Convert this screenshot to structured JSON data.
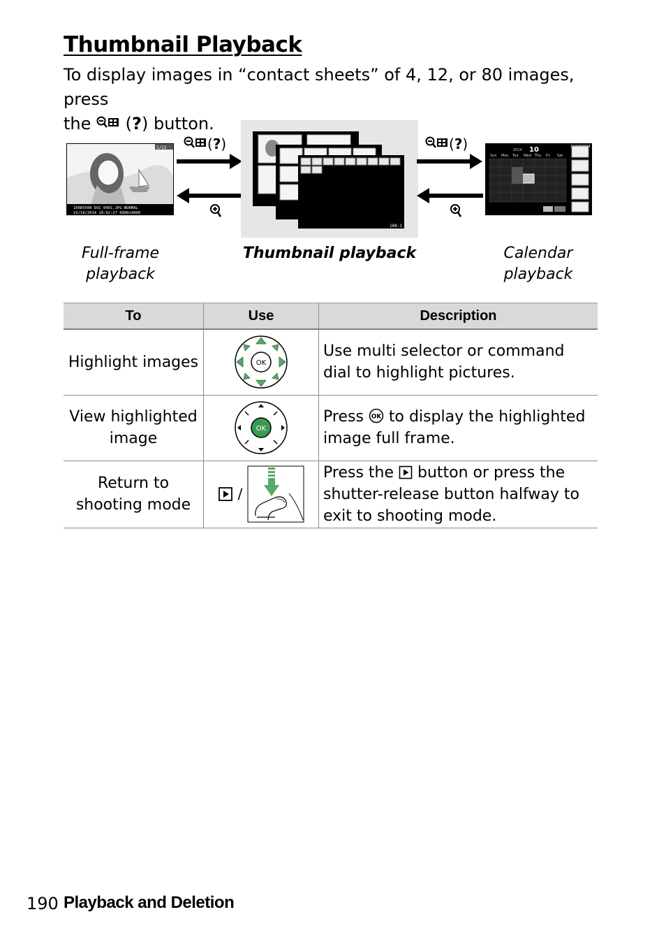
{
  "page": {
    "title": "Thumbnail Playback",
    "intro_line1": "To display images in “contact sheets” of 4, 12, or 80 images, press",
    "intro_line2_pre": "the",
    "intro_line2_key": "?",
    "intro_line2_post": "button."
  },
  "diagram": {
    "arrow_key_label": "?",
    "full_frame_caption_1": "Full-frame",
    "full_frame_caption_2": "playback",
    "thumbnail_caption": "Thumbnail playback",
    "calendar_caption_1": "Calendar",
    "calendar_caption_2": "playback",
    "full_frame_info_1": "100D5500  DSC_0001.JPG       NORMAL",
    "full_frame_info_2": "15/10/2014 10:02:27       6000x4000",
    "full_frame_counter": "1/12",
    "thumb_folder": "100-1",
    "calendar_year": "2014",
    "calendar_month": "10",
    "calendar_date": "15/10/2014",
    "calendar_days": [
      "Sun",
      "Mon",
      "Tue",
      "Wed",
      "Thu",
      "Fri",
      "Sat"
    ]
  },
  "table": {
    "headers": [
      "To",
      "Use",
      "Description"
    ],
    "rows": [
      {
        "to": "Highlight images",
        "desc": "Use multi selector or command dial to highlight pictures."
      },
      {
        "to": "View highlighted image",
        "desc_pre": "Press",
        "desc_post": "to display the highlighted image full frame."
      },
      {
        "to": "Return to shooting mode",
        "desc_pre": "Press the",
        "desc_post": "button or press the shutter-release button halfway to exit to shooting mode.",
        "slash": "/"
      }
    ],
    "ok_label": "OK"
  },
  "footer": {
    "page_number": "190",
    "section": "Playback and Deletion"
  },
  "colors": {
    "selector_green": "#5aa86a",
    "ok_green": "#3b9a52",
    "header_gray": "#d9d9d9",
    "diagram_bg": "#e6e6e6"
  }
}
